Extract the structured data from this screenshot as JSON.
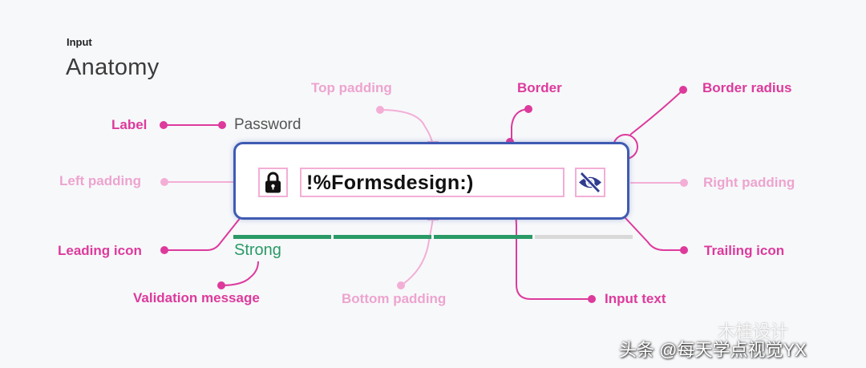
{
  "header": {
    "overline": "Input",
    "title": "Anatomy"
  },
  "field": {
    "label": "Password",
    "value": "!%Formsdesign:)",
    "leading_icon": "lock-icon",
    "trailing_icon": "eye-slash-icon",
    "strength_level": 0.75,
    "validation_message": "Strong"
  },
  "annotations": {
    "label": "Label",
    "left_padding": "Left padding",
    "leading_icon": "Leading icon",
    "validation_message": "Validation message",
    "top_padding": "Top padding",
    "bottom_padding": "Bottom padding",
    "border": "Border",
    "border_radius": "Border radius",
    "right_padding": "Right padding",
    "trailing_icon": "Trailing icon",
    "input_text": "Input text"
  },
  "watermark": {
    "text": "头条 @每天学点视觉YX",
    "logo_text": "木桂设计"
  },
  "colors": {
    "annotation": "#dd3a9c",
    "annotation_light": "#eda4cf",
    "border": "#3f5bb2",
    "strength": "#2a9a67",
    "track": "#d9d9d9",
    "background": "#f7f8fa"
  }
}
